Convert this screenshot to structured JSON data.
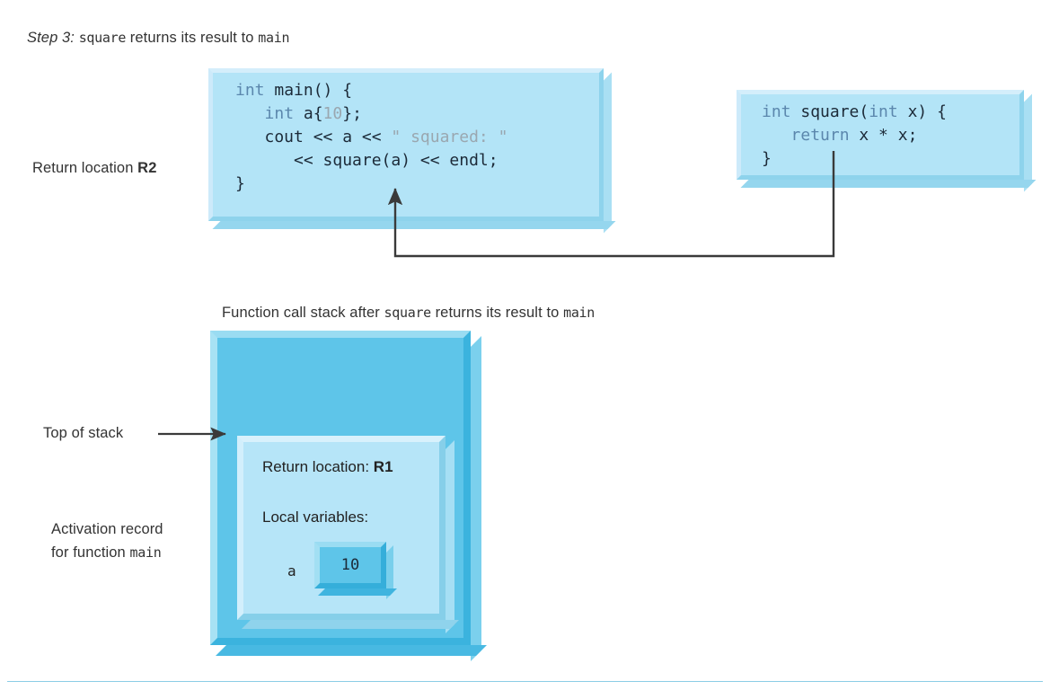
{
  "figure": {
    "step_label": "Step 3:",
    "step_text_before": " returns its result to ",
    "step_mono_1": "square",
    "step_mono_2": "main",
    "stack_caption_before": "Function call stack after ",
    "stack_caption_mid": " returns its result to ",
    "stack_caption_mono_1": "square",
    "stack_caption_mono_2": "main"
  },
  "labels": {
    "return_location": "Return location ",
    "return_location_value": "R2",
    "top_of_stack": "Top of stack",
    "activation_record_line1": "Activation record",
    "activation_record_line2_before": "for function ",
    "activation_record_line2_mono": "main"
  },
  "main_code": {
    "line1_kw": "int",
    "line1_rest": " main() {",
    "line2_indent": "   ",
    "line2_kw": "int",
    "line2_a": " a{",
    "line2_lit": "10",
    "line2_end": "};",
    "line3": "   cout << a << ",
    "line3_str": "\" squared: \"",
    "line4": "      << square(a) << endl;",
    "line5": "}"
  },
  "square_code": {
    "line1_kw": "int",
    "line1_rest": " square(",
    "line1_kw2": "int",
    "line1_end": " x) {",
    "line2_indent": "   ",
    "line2_kw": "return",
    "line2_rest": " x * x;",
    "line3": "}"
  },
  "activation_record": {
    "return_location_text": "Return location: ",
    "return_location_value": "R1",
    "local_variables_text": "Local variables:",
    "variable_name": "a",
    "variable_value": "10"
  },
  "colors": {
    "code_box_fill": "#b3e4f7",
    "stack_fill": "#5ec5e9",
    "record_fill": "#b6e5f8",
    "keyword": "#5b87ad",
    "literal": "#9aa7b0",
    "arrow": "#3a3a3a",
    "rule": "#8ccde6"
  }
}
